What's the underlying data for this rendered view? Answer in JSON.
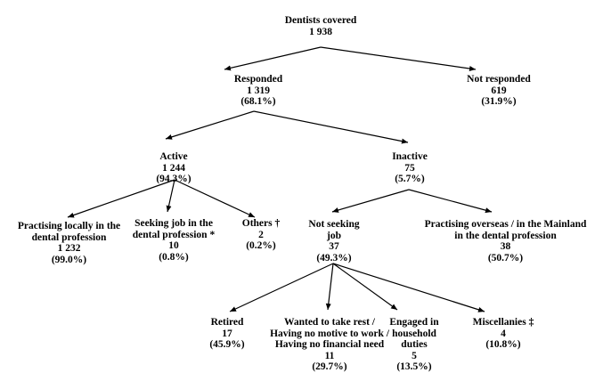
{
  "diagram": {
    "root": {
      "label": "Dentists covered",
      "value": "1 938"
    },
    "responded": {
      "label": "Responded",
      "value": "1 319",
      "pct": "(68.1%)"
    },
    "not_responded": {
      "label": "Not responded",
      "value": "619",
      "pct": "(31.9%)"
    },
    "active": {
      "label": "Active",
      "value": "1 244",
      "pct": "(94.3%)"
    },
    "inactive": {
      "label": "Inactive",
      "value": "75",
      "pct": "(5.7%)"
    },
    "practising_locally": {
      "line1": "Practising locally in the",
      "line2": "dental  profession",
      "value": "1 232",
      "pct": "(99.0%)"
    },
    "seeking_job": {
      "line1": "Seeking job in the",
      "line2": "dental  profession *",
      "value": "10",
      "pct": "(0.8%)"
    },
    "others": {
      "label": "Others †",
      "value": "2",
      "pct": "(0.2%)"
    },
    "not_seeking": {
      "line1": "Not seeking",
      "line2": "job",
      "value": "37",
      "pct": "(49.3%)"
    },
    "practising_overseas": {
      "line1": "Practising overseas / in the Mainland",
      "line2": "in the dental profession",
      "value": "38",
      "pct": "(50.7%)"
    },
    "retired": {
      "label": "Retired",
      "value": "17",
      "pct": "(45.9%)"
    },
    "wanted_rest": {
      "line1": "Wanted to take rest /",
      "line2": "Having no motive to work /",
      "line3": "Having no financial need",
      "value": "11",
      "pct": "(29.7%)"
    },
    "household": {
      "line1": "Engaged in",
      "line2": "household",
      "line3": "duties",
      "value": "5",
      "pct": "(13.5%)"
    },
    "miscellanies": {
      "label": "Miscellanies ‡",
      "value": "4",
      "pct": "(10.8%)"
    }
  }
}
